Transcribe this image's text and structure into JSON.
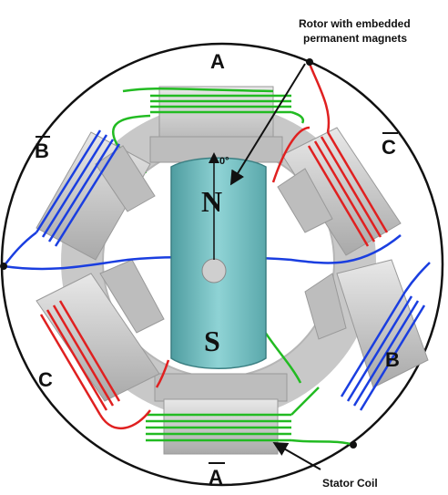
{
  "labels": {
    "phase_a": "A",
    "phase_a_bar": "A",
    "phase_b": "B",
    "phase_b_bar": "B",
    "phase_c": "C",
    "phase_c_bar": "C",
    "north": "N",
    "south": "S",
    "angle": "0°"
  },
  "callouts": {
    "rotor_line1": "Rotor with embedded",
    "rotor_line2": "permanent magnets",
    "stator": "Stator Coil"
  },
  "colors": {
    "phase_a_wire": "#22bb22",
    "phase_b_wire": "#1a3ee0",
    "phase_c_wire": "#e02020",
    "rotor": "#7fc4c6",
    "stator": "#cfcfcf",
    "frame": "#111111"
  }
}
